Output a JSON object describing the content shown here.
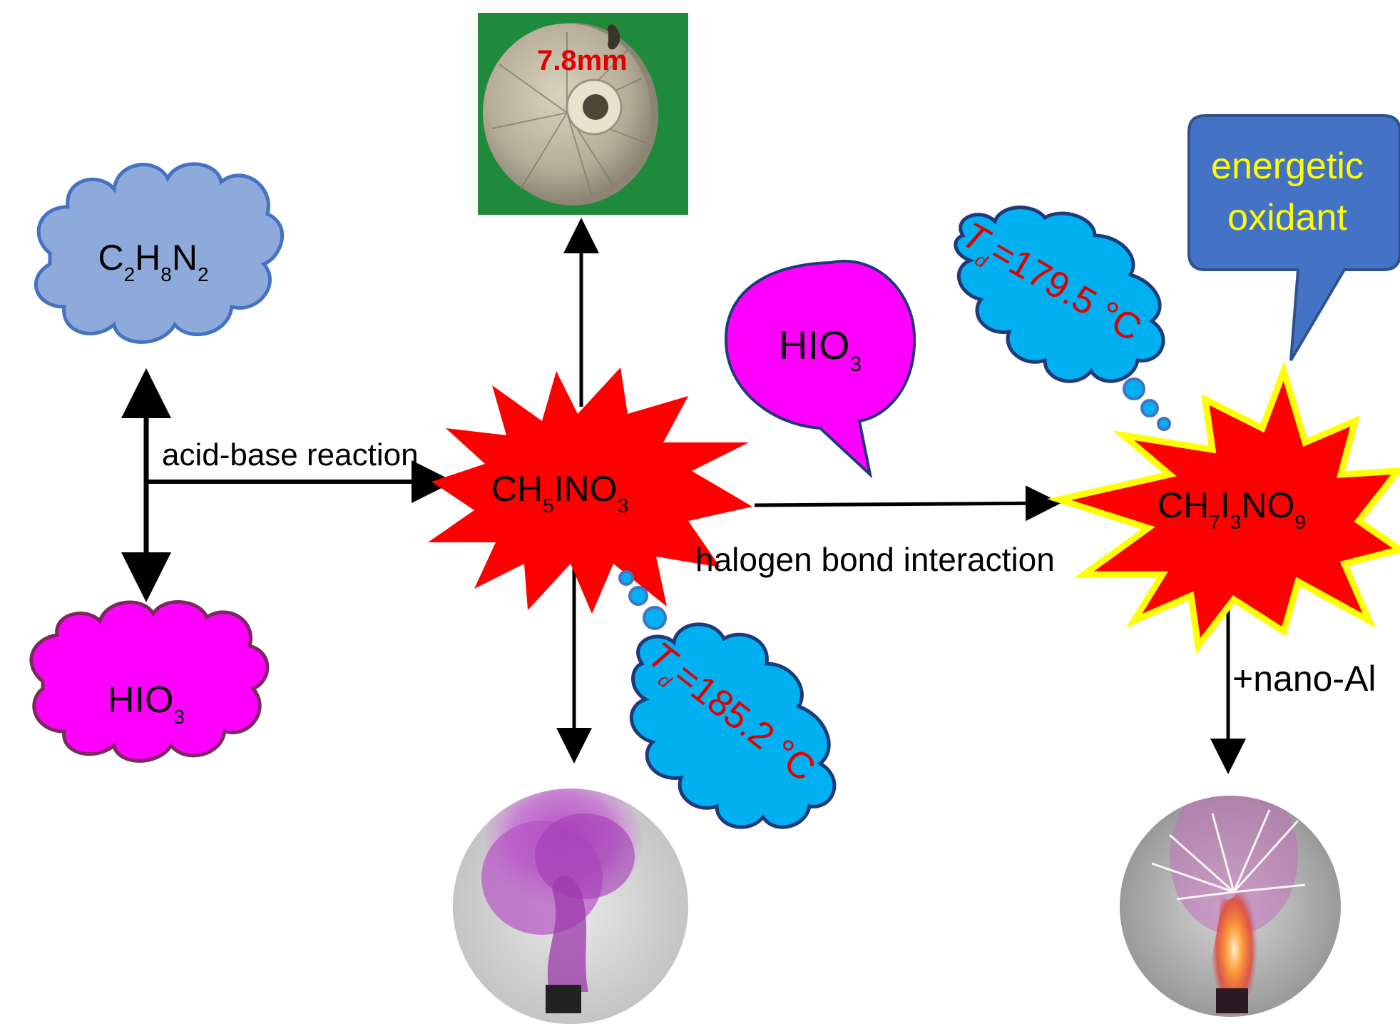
{
  "colors": {
    "cloud_blue_fill": "#8eaadb",
    "cloud_blue_stroke": "#4472c4",
    "magenta": "#ff00ff",
    "magenta_stroke": "#7a2b5c",
    "burst_red": "#ff0000",
    "burst_yellow": "#ffff00",
    "cyan_cloud": "#00b0f0",
    "callout_blue": "#4472c4",
    "text_red": "#e00000",
    "text_yellow": "#ffff00",
    "green_photo": "#1f8a3b"
  },
  "nodes": {
    "amine_cloud": {
      "main": "C",
      "parts": [
        [
          "C",
          "2"
        ],
        [
          "H",
          "8"
        ],
        [
          "N",
          "2"
        ]
      ]
    },
    "acid_cloud": {
      "parts": [
        [
          "HIO",
          "3"
        ]
      ]
    },
    "intermediate_burst": {
      "parts": [
        [
          "CH",
          "5"
        ],
        [
          "INO",
          "3"
        ]
      ]
    },
    "hio3_bubble": {
      "parts": [
        [
          "HIO",
          "3"
        ]
      ]
    },
    "product_burst": {
      "parts": [
        [
          "CH",
          "7"
        ],
        [
          "I",
          "3"
        ],
        [
          "NO",
          "9"
        ]
      ]
    }
  },
  "labels": {
    "acid_base": "acid-base reaction",
    "halogen_bond": "halogen bond interaction",
    "nano_al": "+nano-Al",
    "energetic_1": "energetic",
    "energetic_2": "oxidant",
    "pellet_size": "7.8mm"
  },
  "thermal": {
    "td_symbol": "T",
    "td_sub": "d",
    "intermediate_value": "=185.2 °C",
    "product_value": "=179.5 °C"
  }
}
